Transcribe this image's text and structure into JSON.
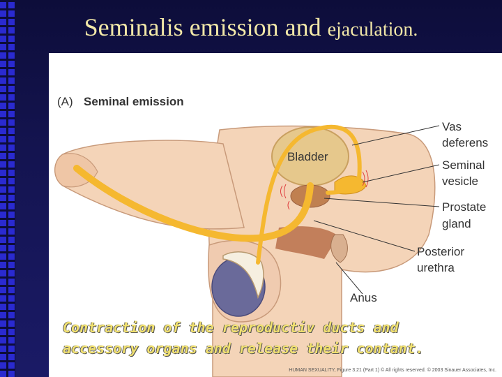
{
  "title": {
    "main": "Seminalis emission and",
    "tail": "ejaculation."
  },
  "figure": {
    "panel_label": "(A)",
    "panel_title": "Seminal emission",
    "organs": {
      "bladder": "Bladder"
    },
    "labels": {
      "vas_1": "Vas",
      "vas_2": "deferens",
      "seminal_1": "Seminal",
      "seminal_2": "vesicle",
      "prostate_1": "Prostate",
      "prostate_2": "gland",
      "posterior_1": "Posterior",
      "posterior_2": "urethra",
      "anus": "Anus"
    }
  },
  "caption": {
    "line1": "Contraction of the reproductiv ducts and",
    "line2": "accessory organs and release their contant."
  },
  "credit": "HUMAN SEXUALITY, Figure 3.21 (Part 1) © All rights reserved. © 2003 Sinauer Associates, Inc.",
  "colors": {
    "skin": "#f4d4b8",
    "skin_outline": "#c89a7a",
    "bladder": "#e6c88c",
    "duct": "#f5b830",
    "prostate": "#b8704a",
    "testis": "#6a6a9a",
    "title_text": "#f2e8a8",
    "caption_text": "#f0e070"
  }
}
